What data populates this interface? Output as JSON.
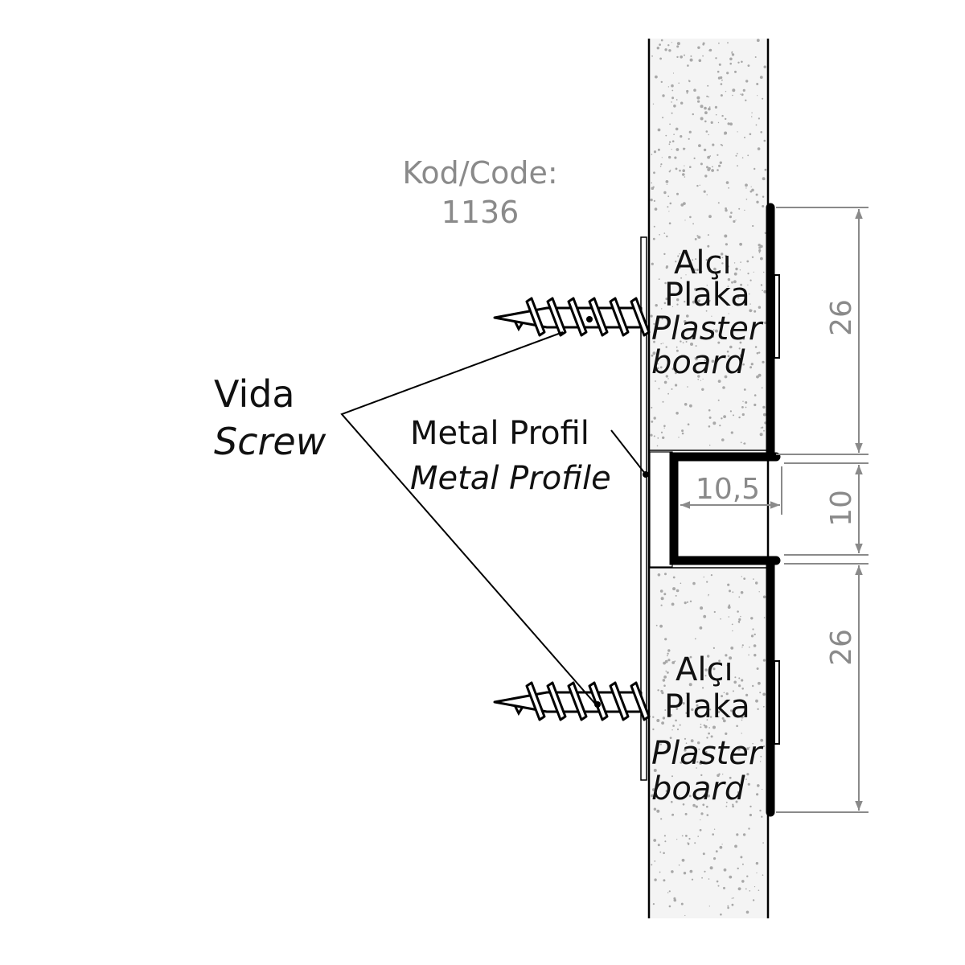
{
  "code": {
    "label": "Kod/Code:",
    "value": "1136"
  },
  "screw": {
    "tr": "Vida",
    "en": "Screw"
  },
  "profile": {
    "tr": "Metal Profil",
    "en": "Metal Profile"
  },
  "board_top": {
    "tr1": "Alçı",
    "tr2": "Plaka",
    "en1": "Plaster",
    "en2": "board"
  },
  "board_bottom": {
    "tr1": "Alçı",
    "tr2": "Plaka",
    "en1": "Plaster",
    "en2": "board"
  },
  "dimensions": {
    "top": "26",
    "gap": "10",
    "depth": "10,5",
    "bottom": "26"
  },
  "colors": {
    "dimension": "#8a8a8a",
    "board": "#f2f2f2",
    "profile": "#000000"
  }
}
